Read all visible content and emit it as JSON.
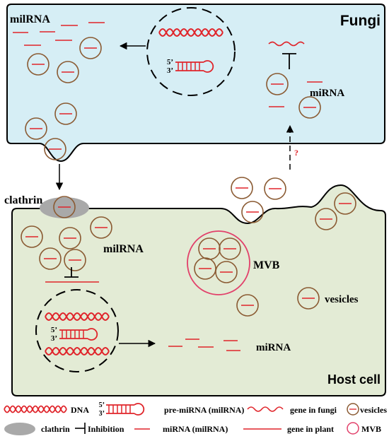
{
  "fungi": {
    "title": "Fungi",
    "milrna_label": "milRNA",
    "mirna_label": "miRNA",
    "five_prime": "5’",
    "three_prime": "3’"
  },
  "host": {
    "title": "Host cell",
    "clathrin_label": "clathrin",
    "milrna_label": "milRNA",
    "mvb_label": "MVB",
    "vesicles_label": "vesicles",
    "mirna_label": "miRNA",
    "five_prime": "5’",
    "three_prime": "3’"
  },
  "transport": {
    "unknown_marker": "?"
  },
  "legend": {
    "dna": "DNA",
    "five_prime": "5’",
    "three_prime": "3’",
    "pre_mirna": "pre-miRNA (milRNA)",
    "gene_fungi": "gene in fungi",
    "vesicles": "vesicles",
    "clathrin": "clathrin",
    "inhibition": "Inhibition",
    "mirna": "miRNA (milRNA)",
    "gene_plant": "gene in plant",
    "mvb": "MVB"
  },
  "colors": {
    "fungi_fill": "#d6eef5",
    "host_fill": "#e3ebd5",
    "rna_red": "#e0242a",
    "vesicle_brown": "#8a5a32",
    "mvb_pink": "#e2406a",
    "clathrin_gray": "#a9a9a9"
  }
}
